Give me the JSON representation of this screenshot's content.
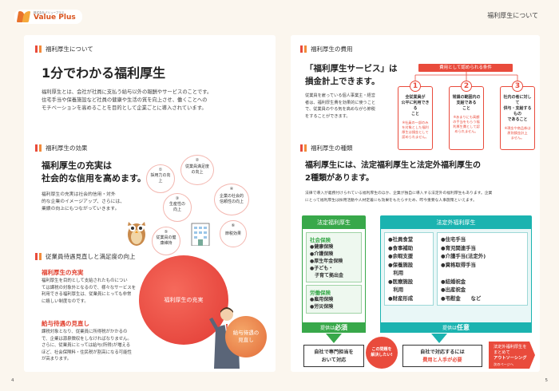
{
  "header": {
    "logo_sub": "株式会社バリュープラス",
    "logo_main": "Value Plus",
    "page_title": "福利厚生について"
  },
  "left": {
    "section1": {
      "heading": "福利厚生について",
      "title": "1分でわかる福利厚生",
      "body": [
        "福利厚生とは、会社が社員に支払う給与以外の報酬やサービスのことです。",
        "住宅手当や保養施設など社員の健康や生活の質を向上させ、働くことへの",
        "モチベーションを高めることを目的として企業ごとに導入されています。"
      ]
    },
    "section2": {
      "heading": "福利厚生の効果",
      "title_lines": [
        "福利厚生の充実は",
        "社会的な信用を高めます。"
      ],
      "body": [
        "福利厚生の充実は社会的信用・対外",
        "的な企業のイメージアップ、さらには、",
        "業績の向上にもつながっていきます。"
      ],
      "bubbles": [
        {
          "num": "①",
          "text": "採用力の向上"
        },
        {
          "num": "②",
          "text": "従業員満足度の向上"
        },
        {
          "num": "③",
          "text": "生産性の向上"
        },
        {
          "num": "④",
          "text": "企業の社会的信頼性の向上"
        },
        {
          "num": "⑤",
          "text": "従業員の健康維持"
        },
        {
          "num": "⑥",
          "text": "節税効果"
        }
      ]
    },
    "section3": {
      "heading": "従業員待遇見直しと満足度の向上",
      "sub1": "福利厚生の充実",
      "sub1_body": [
        "福利厚生を目的として支給されたものについ",
        "ては課税の対象外となるので、様々なサービスを",
        "利用できる福利厚生は、従業員にとっても非常",
        "に嬉しい制度なのです。"
      ],
      "sub2": "給与待遇の見直し",
      "sub2_body": [
        "課税対象となり、従業員に所得税がかかるの",
        "で、企業は源泉徴収をしなければなりません。",
        "さらに、従業員にとっては給与(所得)が増える",
        "ほど、社会保険料・住民税が割高になる可能性",
        "が高まります。"
      ],
      "circle_big": "福利厚生の充実",
      "circle_small": [
        "給与待遇の",
        "見直し"
      ]
    }
  },
  "right": {
    "section1": {
      "heading": "福利厚生の費用",
      "title_lines": [
        "「福利厚生サービス」は",
        "損金計上できます。"
      ],
      "body": [
        "従業員を雇っている個人事業主・経営",
        "者は、福利厚生費を効果的に使うこと",
        "で、従業員のやる気を高めながら節税",
        "をすることができます。"
      ],
      "cond_label": "費用として認められる条件",
      "conditions": [
        {
          "num": "1",
          "lines": [
            "全従業員が",
            "公平に利用できる",
            "こと"
          ],
          "note": [
            "※社員の一部のみ",
            "を対象とした福利",
            "厚生は損金として",
            "認められません。"
          ]
        },
        {
          "num": "2",
          "lines": [
            "常識の範囲内の",
            "支給である",
            "こと"
          ],
          "note": [
            "※あまりにも高額",
            "の手当をもらう福",
            "利厚生費として認",
            "められません。"
          ]
        },
        {
          "num": "3",
          "lines": [
            "社内の者に対して",
            "供与・支給するもの",
            "であること"
          ],
          "note": [
            "※現金や商品券は",
            "原則損金計上",
            "ません。"
          ]
        }
      ]
    },
    "section2": {
      "heading": "福利厚生の種類",
      "title_lines": [
        "福利厚生には、法定福利厚生と法定外福利厚生の",
        "2種類があります。"
      ],
      "body": [
        "法律で導入が義務付けられている福利厚生のほか、企業が独自に導入する法定外の福利厚生もあります。企業",
        "にとって福利厚生は採用活動や人材定着にも効果をもたらすため、昨今重要な人事施策といえます。"
      ],
      "legal": {
        "head": "法定福利厚生",
        "group1": "社会保険",
        "group1_items": [
          "●健康保険",
          "●介護保険",
          "●厚生年金保険",
          "●子ども・",
          "　子育て拠出金"
        ],
        "group2": "労働保険",
        "group2_items": [
          "●雇用保険",
          "●労災保険"
        ],
        "footer_pre": "提供は",
        "footer_em": "必須"
      },
      "nonlegal": {
        "head": "法定外福利厚生",
        "col1": [
          "●社員食堂",
          "●食事補助",
          "●余暇支援",
          "●保養施設",
          "　利用",
          "●医療施設",
          "　利用",
          "●財産形成"
        ],
        "col2": [
          "●住宅手当",
          "●育児関連手当",
          "●介護手当(法定外)",
          "●資格取得手当",
          "",
          "●結婚祝金",
          "●出産祝金",
          "●弔慰金　　など"
        ],
        "footer_pre": "提供は",
        "footer_em": "任意"
      },
      "self_box1": [
        "自社で専門担当を",
        "おいて対応"
      ],
      "callout": [
        "この問題を",
        "解決したい!"
      ],
      "self_box2_top": "自社で対応するには",
      "self_box2_bottom": "費用と人手が必要",
      "outsource": [
        "法定外福利厚生を",
        "まとめて",
        "アウトソーシング"
      ],
      "next_page": "次のページへ"
    }
  },
  "page_numbers": {
    "left": "4",
    "right": "5"
  },
  "colors": {
    "accent_red": "#e94b3c",
    "accent_orange": "#f28b3a",
    "green": "#38a84a",
    "teal": "#1bb3b0"
  }
}
